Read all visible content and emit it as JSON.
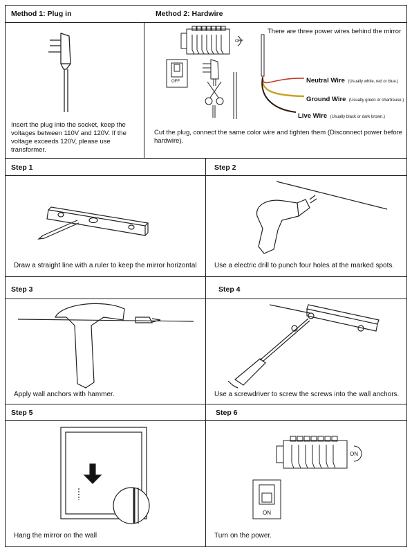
{
  "header": {
    "method1": "Method 1: Plug in",
    "method2": "Method 2: Hardwire"
  },
  "method1": {
    "text": "Insert the plug into the socket, keep the voltages between 110V and 120V. If the voltage exceeds 120V, please use transformer."
  },
  "method2": {
    "wires_title": "There are three power wires behind the mirror",
    "breaker_off": "OFF",
    "switch_off": "OFF",
    "neutral_label": "Neutral Wire",
    "neutral_note": "(Usually white, red or blue.)",
    "ground_label": "Ground Wire",
    "ground_note": "(Usually green or chartreuse.)",
    "live_label": "Live Wire",
    "live_note": "(Usually black or dark brown.)",
    "text": "Cut the plug, connect the same color wire and tighten them (Disconnect power before hardwire)."
  },
  "steps": [
    {
      "title": "Step 1",
      "caption": "Draw a straight line with a ruler to keep the mirror horizontal"
    },
    {
      "title": "Step 2",
      "caption": "Use a electric drill to punch four holes at the marked spots."
    },
    {
      "title": "Step 3",
      "caption": "Apply wall anchors with hammer."
    },
    {
      "title": "Step 4",
      "caption": "Use a screwdriver to screw the screws into the wall anchors."
    },
    {
      "title": "Step 5",
      "caption": "Hang the mirror on the wall"
    },
    {
      "title": "Step 6",
      "caption": "Turn on the power."
    }
  ],
  "step6": {
    "breaker_on": "ON",
    "switch_on": "ON"
  },
  "colors": {
    "ground_wire": "#c9a227",
    "live_wire": "#2a1a0e",
    "neutral_wire": "#c0392b",
    "border": "#222222"
  }
}
